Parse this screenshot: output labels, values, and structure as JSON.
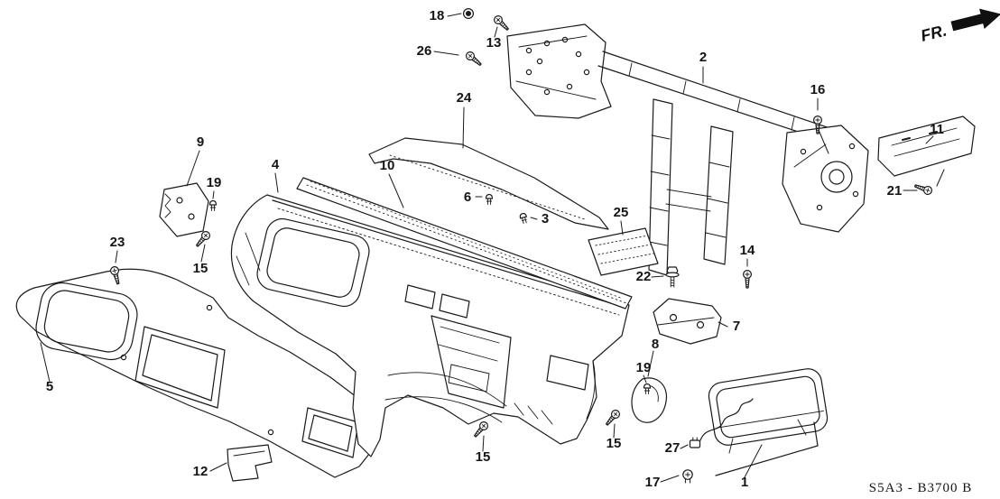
{
  "colors": {
    "ink": "#1a1a1a",
    "paper": "#ffffff"
  },
  "diagram": {
    "fr_label": "FR.",
    "code": "S5A3 - B3700 B",
    "callouts": [
      {
        "label": "18"
      },
      {
        "label": "13"
      },
      {
        "label": "26"
      },
      {
        "label": "2"
      },
      {
        "label": "16"
      },
      {
        "label": "24"
      },
      {
        "label": "11"
      },
      {
        "label": "9"
      },
      {
        "label": "4"
      },
      {
        "label": "10"
      },
      {
        "label": "19"
      },
      {
        "label": "21"
      },
      {
        "label": "6"
      },
      {
        "label": "3"
      },
      {
        "label": "25"
      },
      {
        "label": "23"
      },
      {
        "label": "15"
      },
      {
        "label": "14"
      },
      {
        "label": "22"
      },
      {
        "label": "7"
      },
      {
        "label": "8"
      },
      {
        "label": "19"
      },
      {
        "label": "5"
      },
      {
        "label": "15"
      },
      {
        "label": "15"
      },
      {
        "label": "12"
      },
      {
        "label": "27"
      },
      {
        "label": "17"
      },
      {
        "label": "1"
      }
    ]
  }
}
